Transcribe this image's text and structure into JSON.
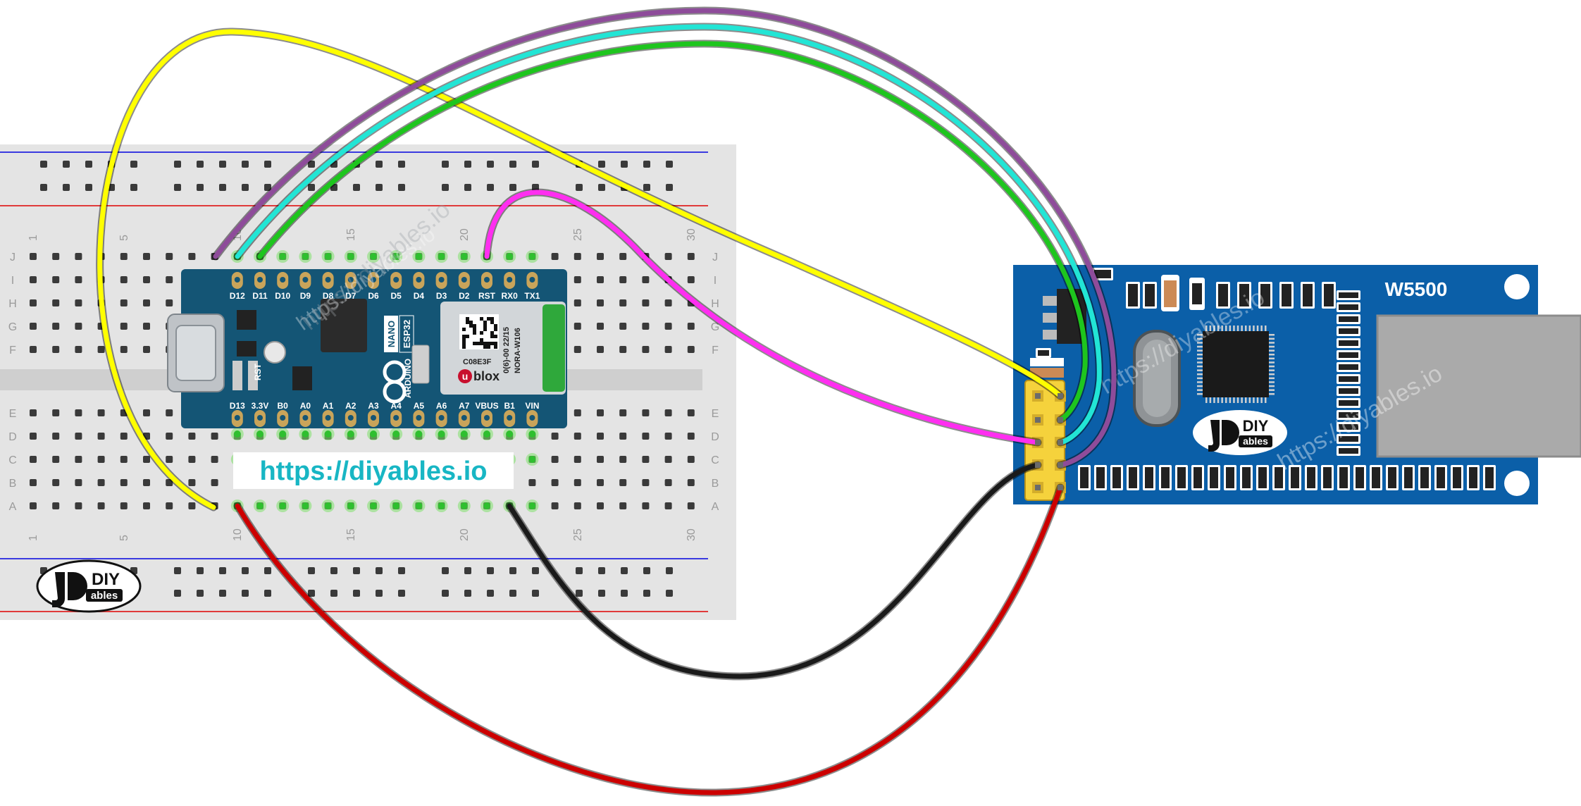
{
  "website_url": "https://diyables.io",
  "watermark_text": "https://diyables.io",
  "breadboard": {
    "row_letters_top": [
      "J",
      "I",
      "H",
      "G",
      "F"
    ],
    "row_letters_bottom": [
      "E",
      "D",
      "C",
      "B",
      "A"
    ],
    "column_numbers": [
      "1",
      "5",
      "10",
      "15",
      "20",
      "25",
      "30"
    ],
    "logo": {
      "top": "DIY",
      "bottom": "ables"
    }
  },
  "nano": {
    "top_pins": [
      "D12",
      "D11",
      "D10",
      "D9",
      "D8",
      "D7",
      "D6",
      "D5",
      "D4",
      "D3",
      "D2",
      "RST",
      "RX0",
      "TX1"
    ],
    "bottom_pins": [
      "D13",
      "3.3V",
      "B0",
      "A0",
      "A1",
      "A2",
      "A3",
      "A4",
      "A5",
      "A6",
      "A7",
      "VBUS",
      "B1",
      "VIN"
    ],
    "board_label_1": "NANO",
    "board_label_2": "ESP32",
    "brand": "ARDUINO",
    "rst_label": "RST",
    "module_code": "C08E3F",
    "module_line_1": "0(6)-00 22/15",
    "module_line_2": "NORA-W106",
    "module_brand": "blox",
    "module_brand_u": "u"
  },
  "w5500": {
    "title": "W5500",
    "logo": {
      "top": "DIY",
      "bottom": "ables"
    }
  },
  "colors": {
    "wire_yellow": "#ffff00",
    "wire_purple": "#8e4c9a",
    "wire_cyan": "#22e5d5",
    "wire_green": "#1ec51e",
    "wire_magenta": "#ff2ef0",
    "wire_black": "#1a1a1a",
    "wire_red": "#cc0000",
    "board_blue": "#0b5fa8",
    "nano_teal": "#145575",
    "url_teal": "#18b6c4"
  }
}
